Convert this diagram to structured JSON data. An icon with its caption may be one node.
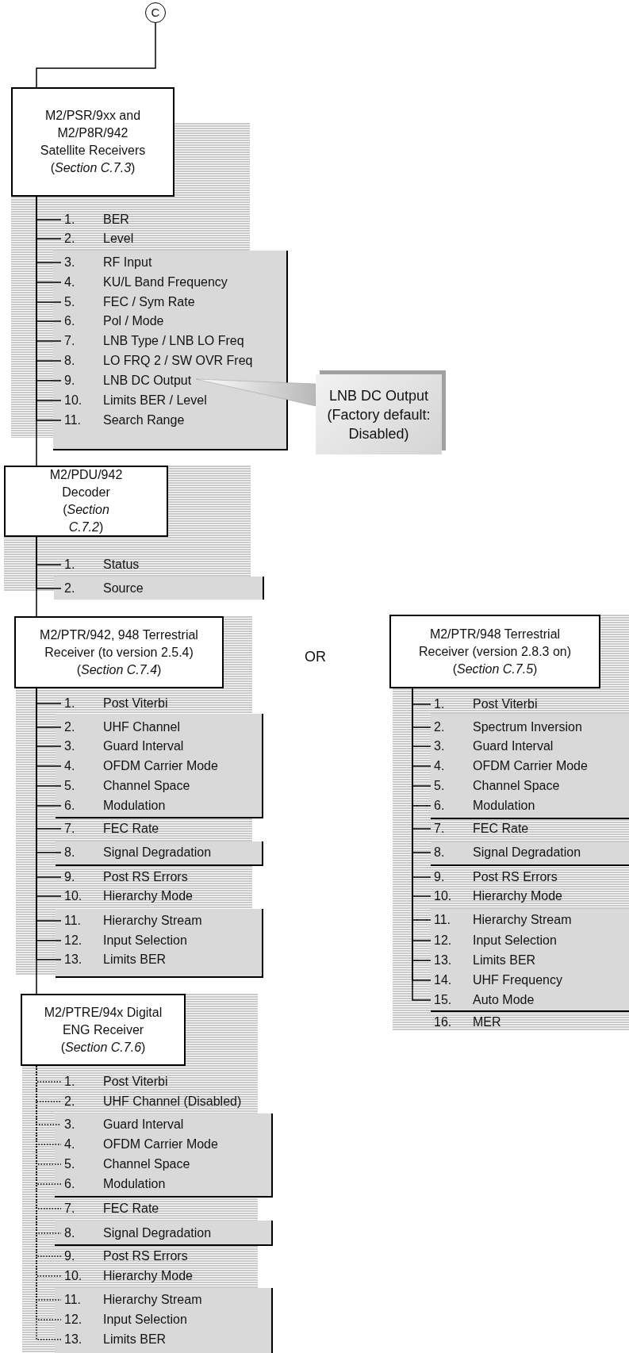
{
  "diagram": {
    "nodes": [
      {
        "text": [
          "C"
        ]
      },
      {
        "text": [
          "M2/PSR/9xx and M2/P8R/942 Satellite Receivers",
          "(*Section C.7.3*)"
        ]
      },
      {
        "text": [
          "1.",
          "BER"
        ]
      },
      {
        "text": [
          "2.",
          "Level"
        ]
      },
      {
        "text": [
          "3.",
          "RF Input"
        ]
      },
      {
        "text": [
          "4.",
          "KU/L Band Frequency"
        ]
      },
      {
        "text": [
          "5.",
          "FEC / Sym Rate"
        ]
      },
      {
        "text": [
          "6.",
          "Pol / Mode"
        ]
      },
      {
        "text": [
          "7.",
          "LNB Type / LNB LO Freq"
        ]
      },
      {
        "text": [
          "8.",
          "LO FRQ 2 / SW OVR Freq"
        ]
      },
      {
        "text": [
          "9.",
          "LNB DC Output"
        ]
      },
      {
        "text": [
          "10.",
          "Limits BER / Level"
        ]
      },
      {
        "text": [
          "11.",
          "Search Range"
        ]
      },
      {
        "text": [
          "LNB DC Output (Factory default: Disabled)"
        ]
      },
      {
        "text": [
          "M2/PDU/942 Decoder",
          "(*Section C.7.2*)"
        ]
      },
      {
        "text": [
          "1.",
          "Status"
        ]
      },
      {
        "text": [
          "2.",
          "Source"
        ]
      },
      {
        "text": [
          "M2/PTR/942, 948 Terrestrial Receiver (to version 2.5.4)",
          "(*Section C.7.4*)"
        ]
      },
      {
        "text": [
          "1.",
          "Post Viterbi"
        ]
      },
      {
        "text": [
          "2.",
          "UHF Channel"
        ]
      },
      {
        "text": [
          "3.",
          "Guard Interval"
        ]
      },
      {
        "text": [
          "4.",
          "OFDM Carrier Mode"
        ]
      },
      {
        "text": [
          "5.",
          "Channel Space"
        ]
      },
      {
        "text": [
          "6.",
          "Modulation"
        ]
      },
      {
        "text": [
          "7.",
          "FEC Rate"
        ]
      },
      {
        "text": [
          "8.",
          "Signal Degradation"
        ]
      },
      {
        "text": [
          "9.",
          "Post RS Errors"
        ]
      },
      {
        "text": [
          "10.",
          "Hierarchy Mode"
        ]
      },
      {
        "text": [
          "11.",
          "Hierarchy Stream"
        ]
      },
      {
        "text": [
          "12.",
          "Input Selection"
        ]
      },
      {
        "text": [
          "13.",
          "Limits BER"
        ]
      },
      {
        "text": [
          "M2/PTR/948 Terrestrial Receiver (version 2.8.3 on)",
          "(*Section C.7.5*)"
        ]
      },
      {
        "text": [
          "1.",
          "Post Viterbi"
        ]
      },
      {
        "text": [
          "2.",
          "Spectrum Inversion"
        ]
      },
      {
        "text": [
          "3.",
          "Guard Interval"
        ]
      },
      {
        "text": [
          "4.",
          "OFDM Carrier Mode"
        ]
      },
      {
        "text": [
          "5.",
          "Channel Space"
        ]
      },
      {
        "text": [
          "6.",
          "Modulation"
        ]
      },
      {
        "text": [
          "7.",
          "FEC Rate"
        ]
      },
      {
        "text": [
          "8.",
          "Signal Degradation"
        ]
      },
      {
        "text": [
          "9.",
          "Post RS Errors"
        ]
      },
      {
        "text": [
          "10.",
          "Hierarchy Mode"
        ]
      },
      {
        "text": [
          "11.",
          "Hierarchy Stream"
        ]
      },
      {
        "text": [
          "12.",
          "Input Selection"
        ]
      },
      {
        "text": [
          "13.",
          "Limits BER"
        ]
      },
      {
        "text": [
          "14.",
          "UHF Frequency"
        ]
      },
      {
        "text": [
          "15.",
          "Auto Mode"
        ]
      },
      {
        "text": [
          "16.",
          "MER"
        ]
      },
      {
        "text": [
          "M2/PTRE/94x Digital ENG Receiver",
          "(*Section C.7.6*)"
        ]
      },
      {
        "text": [
          "1.",
          "Post Viterbi"
        ]
      },
      {
        "text": [
          "2.",
          "UHF Channel (Disabled)"
        ]
      },
      {
        "text": [
          "3.",
          "Guard Interval"
        ]
      },
      {
        "text": [
          "4.",
          "OFDM Carrier Mode"
        ]
      },
      {
        "text": [
          "5.",
          "Channel Space"
        ]
      },
      {
        "text": [
          "6.",
          "Modulation"
        ]
      },
      {
        "text": [
          "7.",
          "FEC Rate"
        ]
      },
      {
        "text": [
          "8.",
          "Signal Degradation"
        ]
      },
      {
        "text": [
          "9.",
          "Post RS Errors"
        ]
      },
      {
        "text": [
          "10.",
          "Hierarchy Mode"
        ]
      },
      {
        "text": [
          "11.",
          "Hierarchy Stream"
        ]
      },
      {
        "text": [
          "12.",
          "Input Selection"
        ]
      },
      {
        "text": [
          "13.",
          "Limits BER"
        ]
      }
    ],
    "edges": [
      {
        "from": 0,
        "to": 1,
        "arrow": "none"
      },
      {
        "from": 1,
        "to": 2,
        "arrow": "none"
      },
      {
        "from": 1,
        "to": 3,
        "arrow": "none"
      },
      {
        "from": 1,
        "to": 4,
        "arrow": "none"
      },
      {
        "from": 1,
        "to": 5,
        "arrow": "none"
      },
      {
        "from": 1,
        "to": 6,
        "arrow": "none"
      },
      {
        "from": 1,
        "to": 7,
        "arrow": "none"
      },
      {
        "from": 1,
        "to": 8,
        "arrow": "none"
      },
      {
        "from": 1,
        "to": 9,
        "arrow": "none"
      },
      {
        "from": 1,
        "to": 10,
        "arrow": "none"
      },
      {
        "from": 1,
        "to": 11,
        "arrow": "none"
      },
      {
        "from": 1,
        "to": 12,
        "arrow": "none"
      },
      {
        "from": 13,
        "to": 10,
        "arrow": "none"
      },
      {
        "from": 1,
        "to": 14,
        "arrow": "none"
      },
      {
        "from": 14,
        "to": 15,
        "arrow": "none"
      },
      {
        "from": 14,
        "to": 16,
        "arrow": "none"
      },
      {
        "from": 14,
        "to": 17,
        "arrow": "none"
      },
      {
        "from": 17,
        "to": 18,
        "arrow": "none"
      },
      {
        "from": 17,
        "to": 19,
        "arrow": "none"
      },
      {
        "from": 17,
        "to": 20,
        "arrow": "none"
      },
      {
        "from": 17,
        "to": 21,
        "arrow": "none"
      },
      {
        "from": 17,
        "to": 22,
        "arrow": "none"
      },
      {
        "from": 17,
        "to": 23,
        "arrow": "none"
      },
      {
        "from": 17,
        "to": 24,
        "arrow": "none"
      },
      {
        "from": 17,
        "to": 25,
        "arrow": "none"
      },
      {
        "from": 17,
        "to": 26,
        "arrow": "none"
      },
      {
        "from": 17,
        "to": 27,
        "arrow": "none"
      },
      {
        "from": 17,
        "to": 28,
        "arrow": "none"
      },
      {
        "from": 17,
        "to": 29,
        "arrow": "none"
      },
      {
        "from": 17,
        "to": 30,
        "arrow": "none"
      },
      {
        "from": 31,
        "to": 32,
        "arrow": "none"
      },
      {
        "from": 31,
        "to": 33,
        "arrow": "none"
      },
      {
        "from": 31,
        "to": 34,
        "arrow": "none"
      },
      {
        "from": 31,
        "to": 35,
        "arrow": "none"
      },
      {
        "from": 31,
        "to": 36,
        "arrow": "none"
      },
      {
        "from": 31,
        "to": 37,
        "arrow": "none"
      },
      {
        "from": 31,
        "to": 38,
        "arrow": "none"
      },
      {
        "from": 31,
        "to": 39,
        "arrow": "none"
      },
      {
        "from": 31,
        "to": 40,
        "arrow": "none"
      },
      {
        "from": 31,
        "to": 41,
        "arrow": "none"
      },
      {
        "from": 31,
        "to": 42,
        "arrow": "none"
      },
      {
        "from": 31,
        "to": 43,
        "arrow": "none"
      },
      {
        "from": 31,
        "to": 44,
        "arrow": "none"
      },
      {
        "from": 31,
        "to": 45,
        "arrow": "none"
      },
      {
        "from": 31,
        "to": 46,
        "arrow": "none"
      },
      {
        "from": 17,
        "to": 48,
        "arrow": "none"
      },
      {
        "from": 48,
        "to": 49,
        "arrow": "none",
        "style": "dashed"
      },
      {
        "from": 48,
        "to": 50,
        "arrow": "none",
        "style": "dashed"
      },
      {
        "from": 48,
        "to": 51,
        "arrow": "none",
        "style": "dashed"
      },
      {
        "from": 48,
        "to": 52,
        "arrow": "none",
        "style": "dashed"
      },
      {
        "from": 48,
        "to": 53,
        "arrow": "none",
        "style": "dashed"
      },
      {
        "from": 48,
        "to": 54,
        "arrow": "none",
        "style": "dashed"
      },
      {
        "from": 48,
        "to": 55,
        "arrow": "none",
        "style": "dashed"
      },
      {
        "from": 48,
        "to": 56,
        "arrow": "none",
        "style": "dashed"
      },
      {
        "from": 48,
        "to": 57,
        "arrow": "none",
        "style": "dashed"
      },
      {
        "from": 48,
        "to": 58,
        "arrow": "none",
        "style": "dashed"
      },
      {
        "from": 48,
        "to": 59,
        "arrow": "none",
        "style": "dashed"
      },
      {
        "from": 48,
        "to": 60,
        "arrow": "none",
        "style": "dashed"
      },
      {
        "from": 48,
        "to": 61,
        "arrow": "none",
        "style": "dashed"
      }
    ],
    "labels": [
      "OR"
    ]
  }
}
